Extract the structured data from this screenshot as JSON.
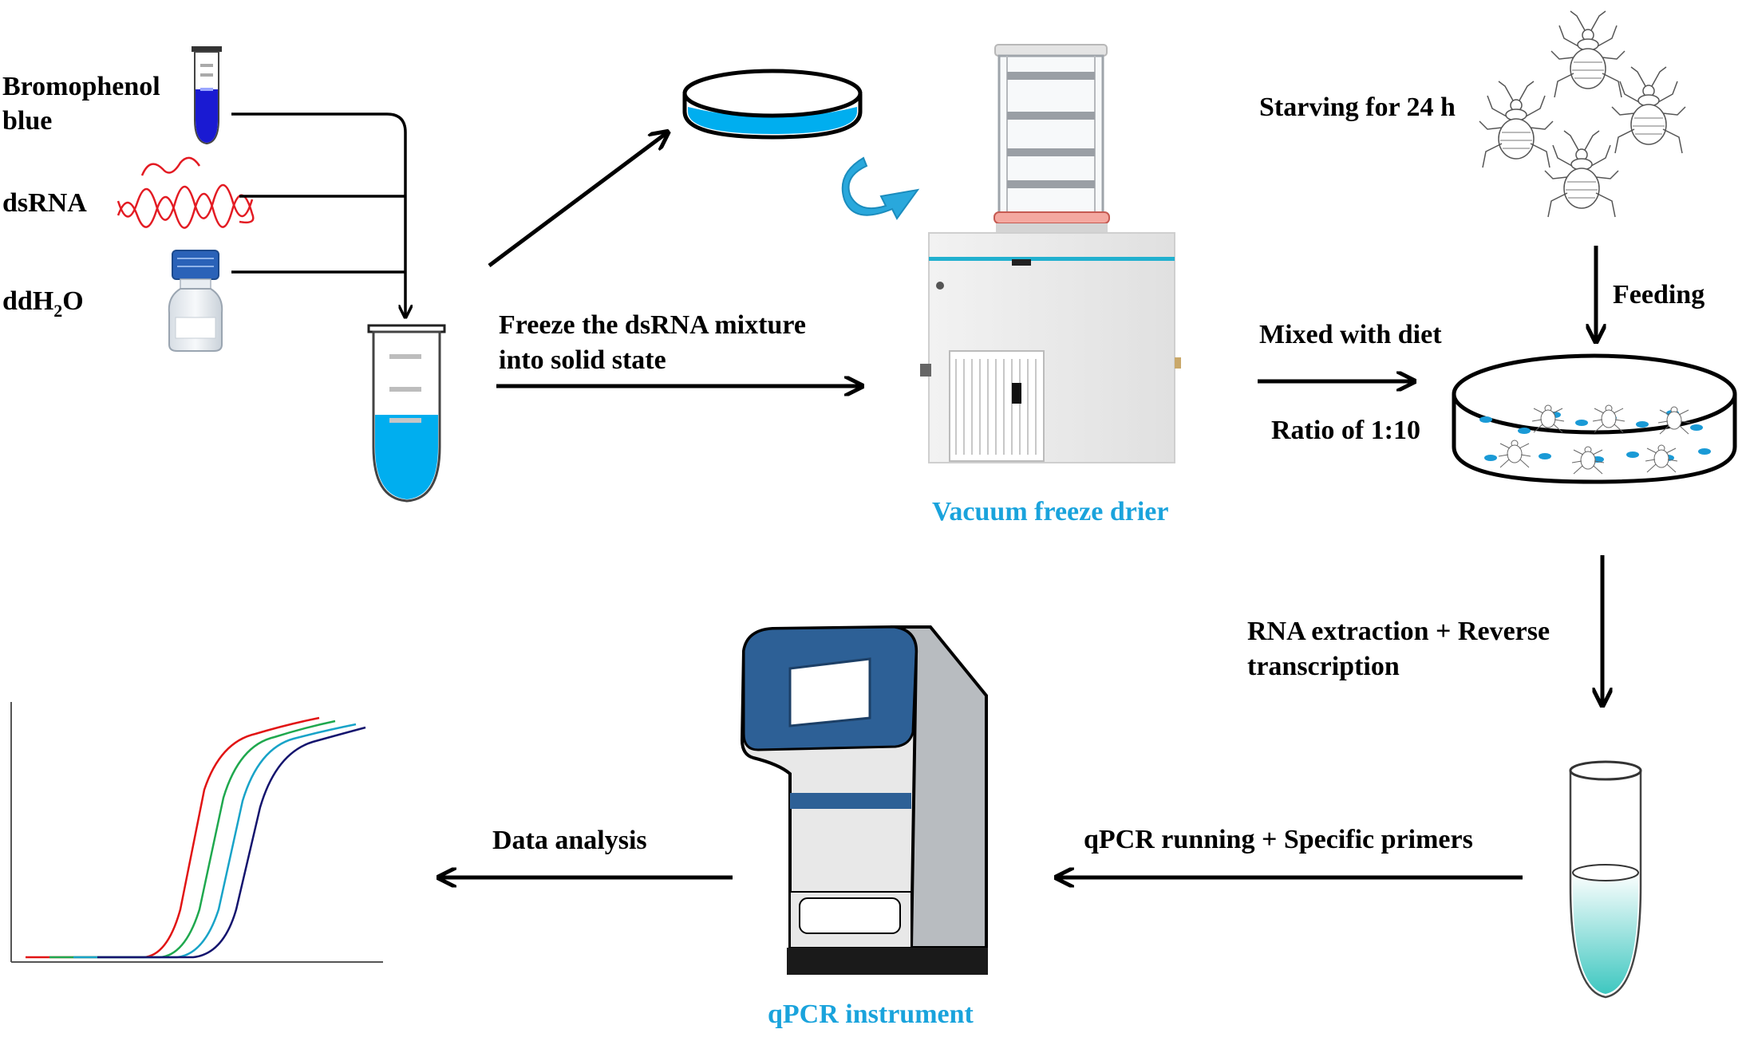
{
  "colors": {
    "line": "#000000",
    "accent_text": "#1aa3dc",
    "liquid": "#00aeef",
    "indigo_liquid": "#1a1ad2",
    "dsrna": "#e31b23",
    "instrument_blue": "#2d6096",
    "curve_red": "#e11414",
    "curve_green": "#1fa84e",
    "curve_cyan": "#18a3c8",
    "curve_navy": "#14146e"
  },
  "icons": {
    "bromophenol_tube": "tube-icon",
    "dsrna": "rna-helix-icon",
    "water_bottle": "bottle-icon",
    "mix_tube": "tube-icon",
    "petri_dish": "petri-dish-icon",
    "transfer_arrow": "curved-arrow-icon",
    "freeze_drier": "freeze-drier-icon",
    "bedbugs": "bedbug-icon",
    "feeding_dish": "petri-dish-icon",
    "cdna_tube": "tube-icon",
    "qpcr_instrument": "qpcr-instrument-icon",
    "amplification_plot": "chart-icon"
  },
  "reagents": {
    "bromophenol_line1": "Bromophenol",
    "bromophenol_line2": "blue",
    "dsrna": "dsRNA",
    "water_main": "ddH",
    "water_sub": "2",
    "water_tail": "O"
  },
  "steps": {
    "freeze_line1": "Freeze  the dsRNA mixture",
    "freeze_line2": "into solid state",
    "drier_caption": "Vacuum freeze drier",
    "starving": "Starving for 24 h",
    "feeding": "Feeding",
    "mixed": "Mixed with diet",
    "ratio": "Ratio of 1:10",
    "rna_line1": "RNA extraction + Reverse",
    "rna_line2": "transcription",
    "qpcr_run": "qPCR running + Specific primers",
    "instrument_caption": "qPCR instrument",
    "analysis": "Data analysis"
  }
}
